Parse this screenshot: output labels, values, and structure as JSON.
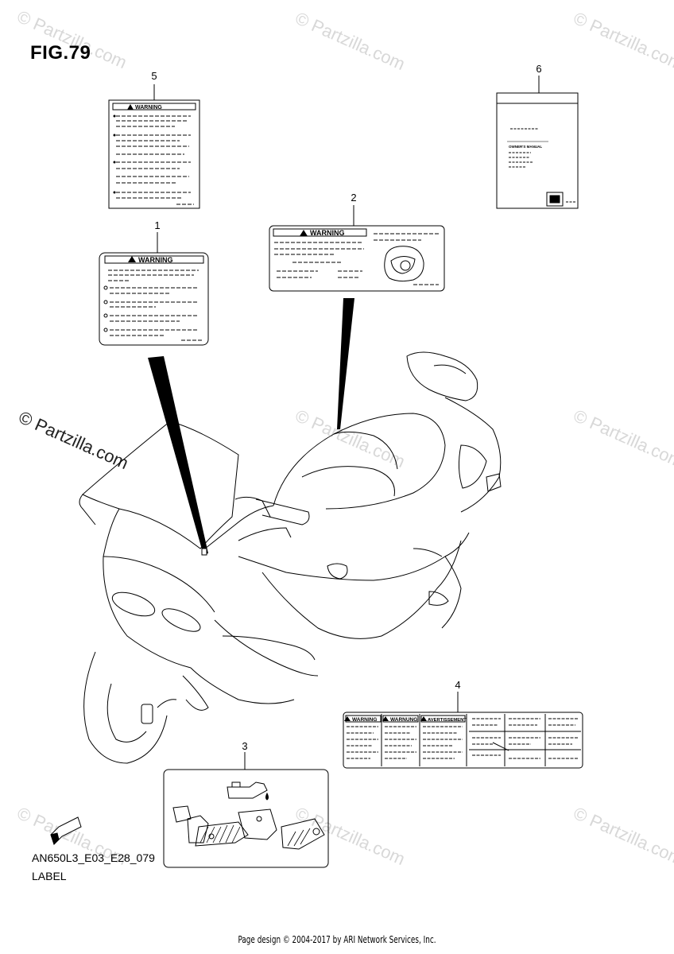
{
  "figure": {
    "title": "FIG.79",
    "model_code": "AN650L3_E03_E28_079",
    "section_name": "LABEL",
    "copyright": "Page design © 2004-2017 by ARI Network Services, Inc."
  },
  "watermark": {
    "text": "© Partzilla.com"
  },
  "callouts": {
    "c1": "1",
    "c2": "2",
    "c3": "3",
    "c4": "4",
    "c5": "5",
    "c6": "6"
  },
  "labels": {
    "warning": "WARNING",
    "warnung": "WARNUNG",
    "avertissement": "AVERTISSEMENT",
    "owners_manual": "OWNER'S MANUAL",
    "fwd": "FWD"
  },
  "colors": {
    "line": "#000000",
    "watermark": "#d8d8d8"
  }
}
